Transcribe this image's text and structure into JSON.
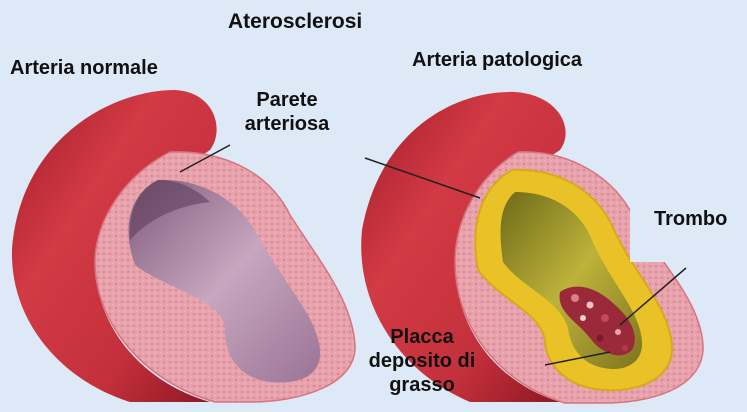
{
  "title": "Aterosclerosi",
  "labels": {
    "normal_artery": "Arteria normale",
    "pathological_artery": "Arteria patologica",
    "arterial_wall": "Parete arteriosa",
    "thrombus": "Trombo",
    "plaque": "Placca deposito di grasso"
  },
  "colors": {
    "background": "#dde9f6",
    "artery_outer": "#c8323c",
    "artery_wall": "#e8a0a8",
    "lumen_normal": "#b88aa8",
    "plaque": "#e9c227",
    "thrombus": "#9a2a3a"
  }
}
